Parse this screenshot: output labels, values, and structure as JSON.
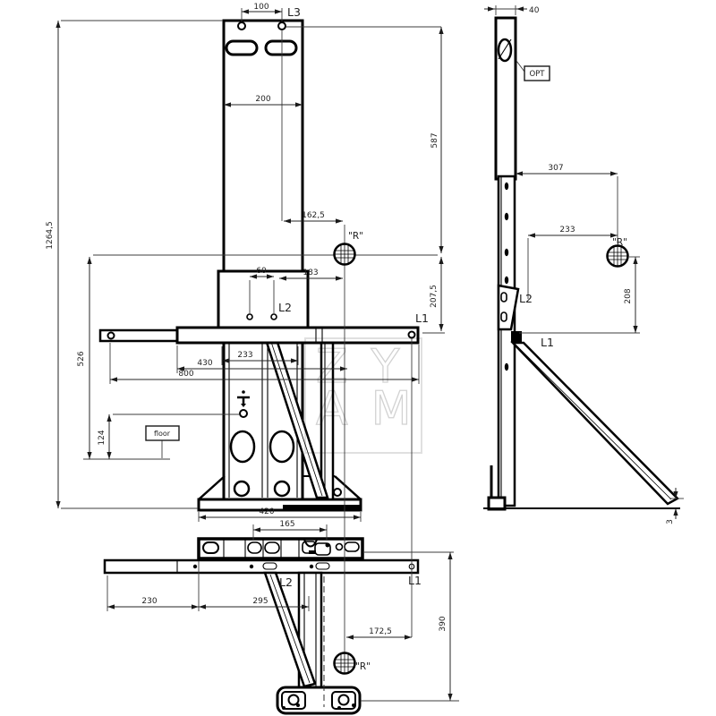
{
  "colors": {
    "line": "#000000",
    "dim": "#262626",
    "watermark": "#d2d2d2"
  },
  "watermark": {
    "row1": "ZY",
    "row2": "AM"
  },
  "front_view": {
    "dims": {
      "w100": "100",
      "w200": "200",
      "h587": "587",
      "h1264": "1264,5",
      "off162": "162,5",
      "off183": "183",
      "w60": "60",
      "h207": "207,5",
      "h526": "526",
      "w233": "233",
      "w430": "430",
      "w800": "800",
      "h124": "124",
      "w420": "420",
      "w165": "165"
    },
    "labels": {
      "l3": "L3",
      "l2": "L2",
      "l1": "L1",
      "r": "\"R\"",
      "floor": "floor"
    }
  },
  "side_view": {
    "dims": {
      "w40": "40",
      "w307": "307",
      "w233": "233",
      "h208": "208",
      "g3": "3"
    },
    "labels": {
      "opt": "OPT",
      "l2": "L2",
      "l1": "L1",
      "r": "\"R\""
    }
  },
  "top_view": {
    "dims": {
      "w230": "230",
      "w295": "295",
      "w172": "172,5",
      "h390": "390"
    },
    "labels": {
      "l2": "L2",
      "l1": "L1",
      "r": "\"R\""
    }
  }
}
